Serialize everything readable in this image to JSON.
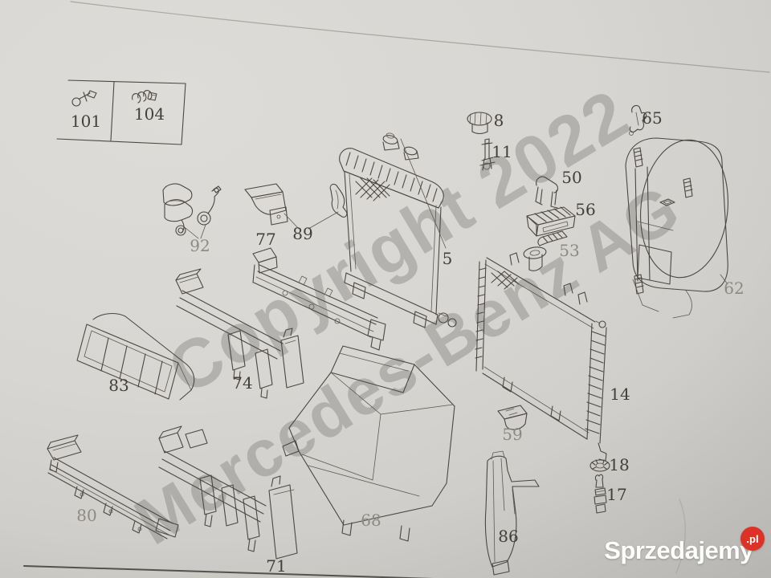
{
  "image": {
    "kind": "photographed exploded parts diagram page",
    "subject": "radiator and engine cooling parts"
  },
  "colors": {
    "paper_light": "#dedcd8",
    "paper_dark": "#a7a6a3",
    "ink": "#4b4743",
    "ink_light": "#8d8a83",
    "watermark_gray": "#686663",
    "logo_red": "#dd3327",
    "logo_white": "#fdfdfc"
  },
  "watermark": {
    "line1": "Copyright 2022",
    "line2": "Mercedes-Benz AG"
  },
  "site_logo": {
    "text": "Sprzedajemy",
    "tld": ".pl"
  },
  "legend": {
    "icons": [
      "expansion-rivet-icon",
      "coil-screw-icon"
    ]
  },
  "part_labels": {
    "p101": "101",
    "p104": "104",
    "p92": "92",
    "p77": "77",
    "p89": "89",
    "p5": "5",
    "p8": "8",
    "p11": "11",
    "p50": "50",
    "p56": "56",
    "p53": "53",
    "p65": "65",
    "p62": "62",
    "p14": "14",
    "p59": "59",
    "p18": "18",
    "p17": "17",
    "p83": "83",
    "p74": "74",
    "p80": "80",
    "p71": "71",
    "p68": "68",
    "p86": "86"
  }
}
